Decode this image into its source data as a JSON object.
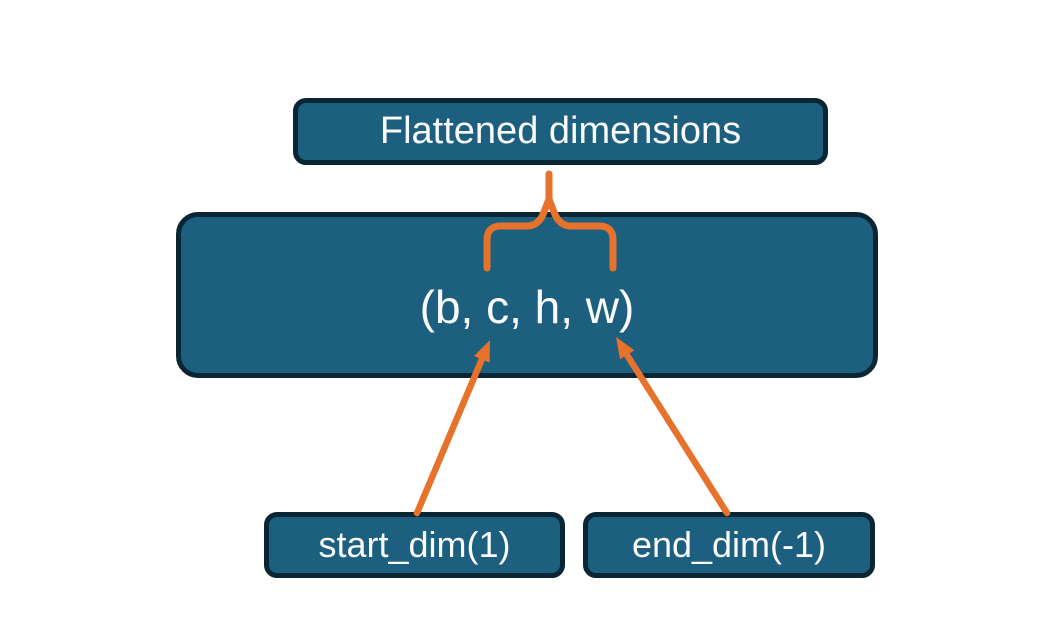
{
  "diagram": {
    "title": "Flatten dimensions diagram",
    "colors": {
      "background": "#FFFFFF",
      "node_fill": "#1C5F7F",
      "node_border": "#0A2634",
      "accent_orange": "#E7722C",
      "text": "#FAFAFA"
    },
    "nodes": {
      "flattened": {
        "label": "Flattened dimensions"
      },
      "tensor": {
        "label": "(b, c, h, w)"
      },
      "start_dim": {
        "label": "start_dim(1)"
      },
      "end_dim": {
        "label": "end_dim(-1)"
      }
    },
    "connectors": {
      "brace": "brace spanning c,h,w dimensions linked to Flattened dimensions box",
      "start_arrow": "arrow from start_dim(1) to dimension c",
      "end_arrow": "arrow from end_dim(-1) to dimension w"
    }
  }
}
